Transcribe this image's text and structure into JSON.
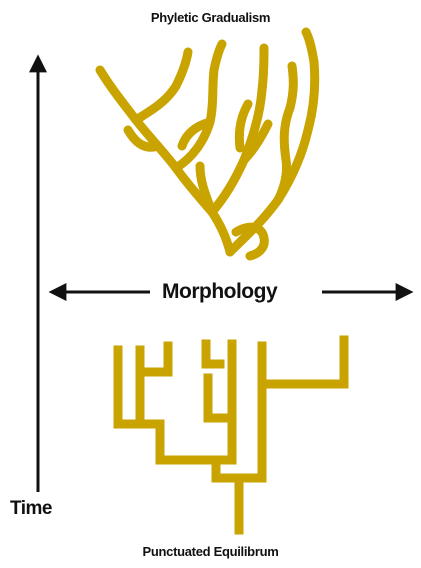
{
  "diagram": {
    "top_title": "Phyletic Gradualism",
    "bottom_title": "Punctuated Equilibrum",
    "vertical_axis_label": "Time",
    "horizontal_axis_label": "Morphology",
    "colors": {
      "branch": "#c9a300",
      "axis": "#111111",
      "background": "#ffffff"
    }
  }
}
